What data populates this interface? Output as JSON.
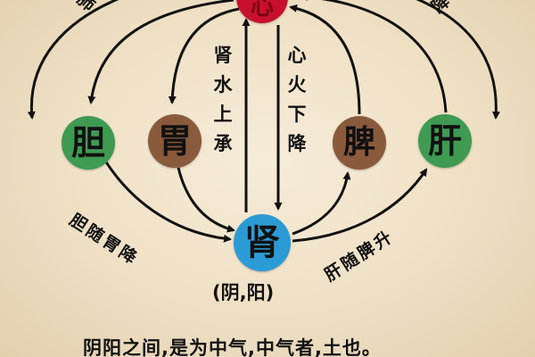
{
  "nodes": {
    "heart": "心",
    "gallbladder": "胆",
    "stomach": "胃",
    "spleen": "脾",
    "liver": "肝",
    "kidney": "肾"
  },
  "kidney_water_label": [
    "肾",
    "水",
    "上",
    "承"
  ],
  "heart_fire_label": [
    "心",
    "火",
    "下",
    "降"
  ],
  "gallbladder_stomach_label": "胆随胃降",
  "liver_spleen_label": "肝随脾升",
  "yin_yang_label": "(阴,阳)",
  "bottom_caption": "阴阳之间,是为中气,中气者,土也。",
  "corner_left": "肺",
  "corner_right": "降",
  "colors": {
    "heart": "#c8102e",
    "gallbladder": "#3f9a52",
    "stomach": "#8a5a3c",
    "spleen": "#8a5a3c",
    "liver": "#3f9a52",
    "kidney": "#2b9bd6",
    "arrow": "#111111"
  }
}
